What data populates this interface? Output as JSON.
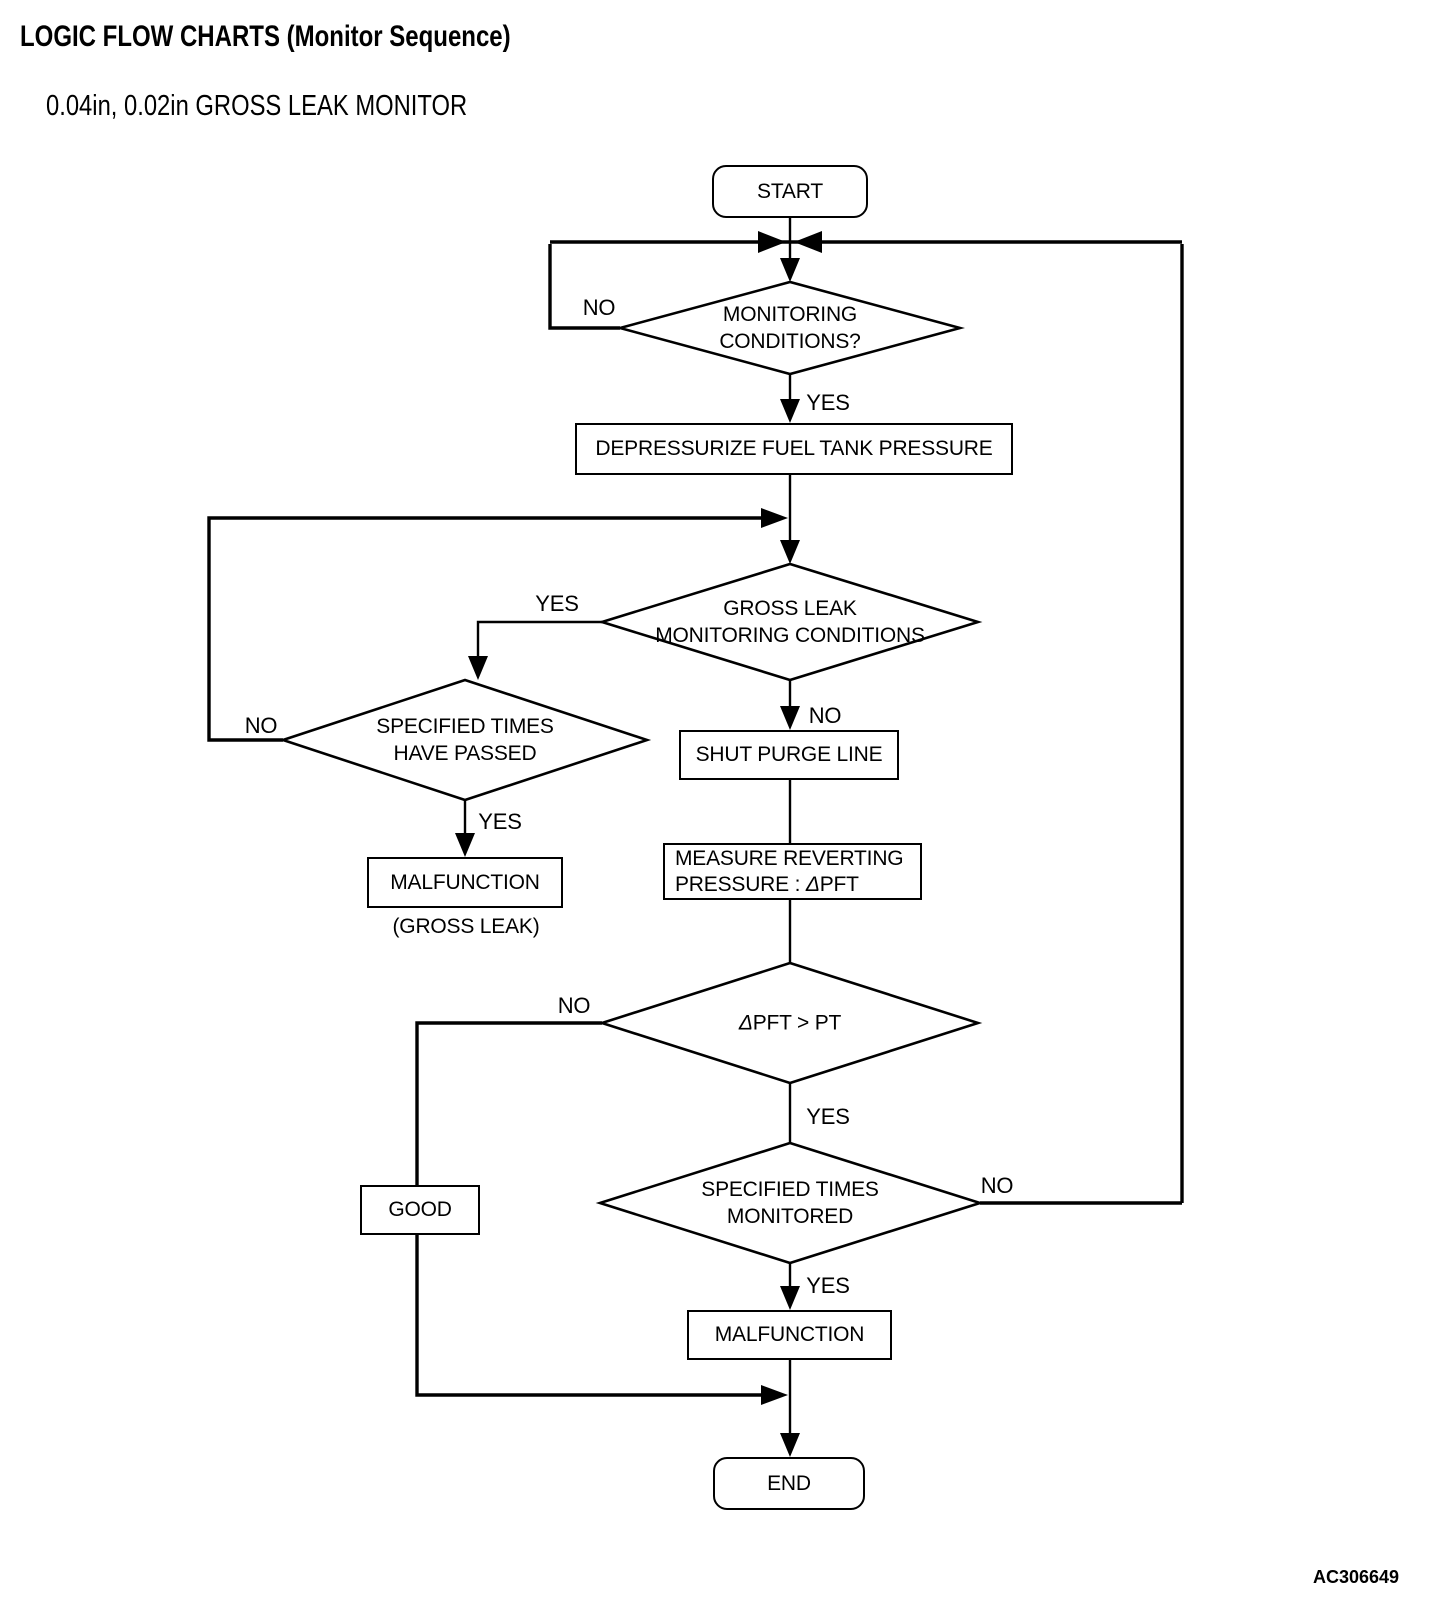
{
  "header": {
    "title": "LOGIC FLOW CHARTS (Monitor Sequence)",
    "subtitle": "0.04in, 0.02in GROSS LEAK MONITOR"
  },
  "nodes": {
    "start": "START",
    "decision_monitoring": {
      "line1": "MONITORING",
      "line2": "CONDITIONS?"
    },
    "depressurize": "DEPRESSURIZE FUEL TANK PRESSURE",
    "decision_gross_leak": {
      "line1": "GROSS LEAK",
      "line2": "MONITORING CONDITIONS"
    },
    "decision_times_passed": {
      "line1": "SPECIFIED TIMES",
      "line2": "HAVE PASSED"
    },
    "malfunction_gross_leak": {
      "label": "MALFUNCTION",
      "caption": "(GROSS LEAK)"
    },
    "shut_purge_line": "SHUT PURGE LINE",
    "measure_reverting": {
      "line1": "MEASURE REVERTING",
      "line2_prefix": "PRESSURE : ",
      "delta": "Δ",
      "line2_suffix": "PFT"
    },
    "decision_dpft": {
      "delta": "Δ",
      "expression": "PFT > PT"
    },
    "decision_times_monitored": {
      "line1": "SPECIFIED TIMES",
      "line2": "MONITORED"
    },
    "good": "GOOD",
    "malfunction": "MALFUNCTION",
    "end": "END"
  },
  "branch_labels": {
    "monitoring_no": "NO",
    "monitoring_yes": "YES",
    "gross_leak_yes": "YES",
    "gross_leak_no": "NO",
    "times_passed_no": "NO",
    "times_passed_yes": "YES",
    "dpft_no": "NO",
    "dpft_yes": "YES",
    "times_monitored_no": "NO",
    "times_monitored_yes": "YES"
  },
  "footer": {
    "figure_code": "AC306649"
  }
}
